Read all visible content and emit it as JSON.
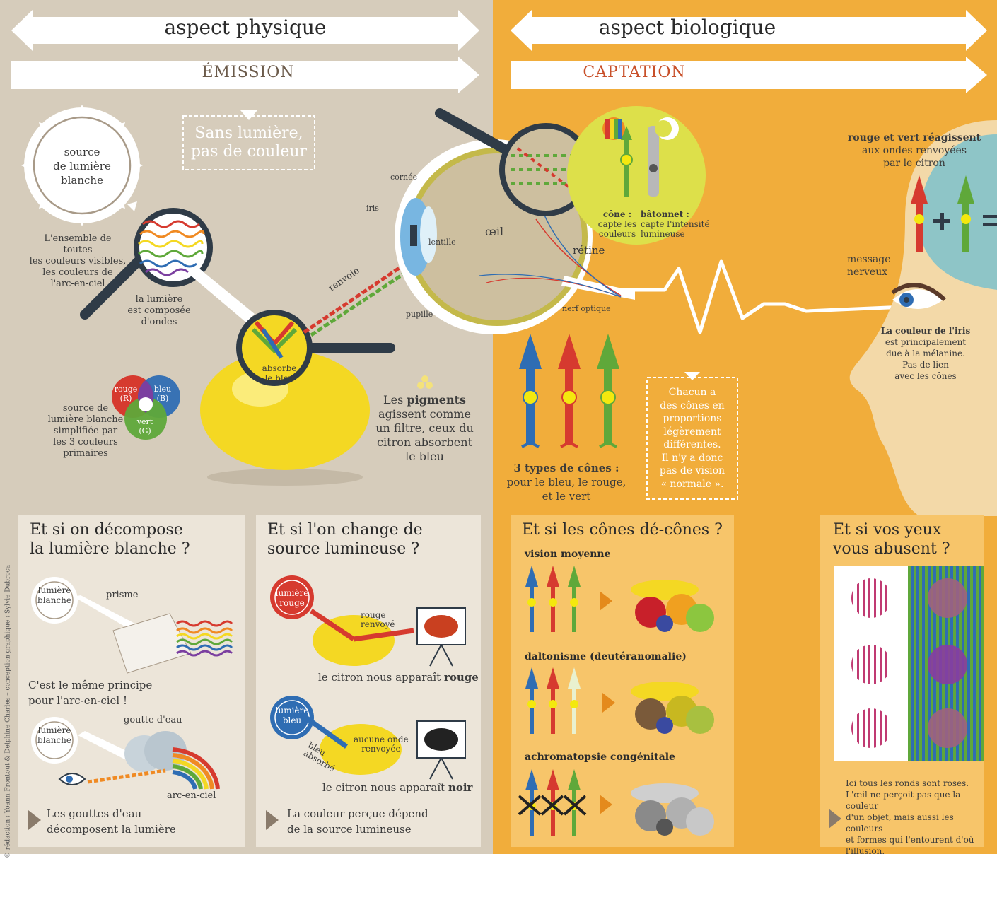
{
  "header": {
    "left_title": "aspect physique",
    "right_title": "aspect biologique",
    "left_sub": "ÉMISSION",
    "right_sub": "CAPTATION"
  },
  "colors": {
    "left_bg": "#d6ccbb",
    "right_bg": "#f1ad3b",
    "captation_text": "#c8502a",
    "emission_text": "#6b5a4a",
    "cone_blue": "#2f6db3",
    "cone_red": "#d63a2f",
    "cone_green": "#5fa83a",
    "lemon": "#f4d823"
  },
  "physique": {
    "source_label": "source\nde lumière\nblanche",
    "no_light": "Sans lumière,\npas de couleur",
    "spectrum_label": "L'ensemble de toutes\nles couleurs visibles,\nles couleurs de\nl'arc-en-ciel",
    "waves_label": "la lumière\nest composée\nd'ondes",
    "rgb_red": "rouge\n(R)",
    "rgb_blue": "bleu\n(B)",
    "rgb_green": "vert\n(G)",
    "rgb_label": "source de\nlumière blanche\nsimplifiée par\nles 3 couleurs\nprimaires",
    "absorbs": "absorbe\nle bleu",
    "renvoie": "renvoie",
    "pigments_pre": "Les ",
    "pigments_bold": "pigments",
    "pigments_post": "\nagissent comme\nun filtre, ceux du\ncitron absorbent\nle bleu"
  },
  "eye": {
    "cornee": "cornée",
    "iris": "iris",
    "lentille": "lentille",
    "oeil": "œil",
    "pupille": "pupille",
    "retine": "rétine",
    "nerf": "nerf optique"
  },
  "biologique": {
    "cone_title": "cône :",
    "cone_text": "capte les\ncouleurs",
    "batonnet_title": "bâtonnet :",
    "batonnet_text": "capte l'intensité\nlumineuse",
    "types_title": "3 types de cônes :",
    "types_text": "pour le bleu, le rouge,\net le vert",
    "proportions": "Chacun a\ndes cônes en\nproportions\nlégèrement\ndifférentes.\nIl n'y a donc\npas de vision\n« normale ».",
    "react_bold": "rouge et vert réagissent",
    "react_text": "aux ondes renvoyées\npar le citron",
    "message": "message\nnerveux",
    "iris_bold": "La couleur de l'iris",
    "iris_text": "est principalement\ndue à la mélanine.\nPas de lien\navec les cônes"
  },
  "panels": {
    "decompose": {
      "title": "Et si on décompose\nla lumière blanche ?",
      "seal1": "lumière\nblanche",
      "prisme": "prisme",
      "principe": "C'est le même principe\npour l'arc-en-ciel !",
      "seal2": "lumière\nblanche",
      "goutte": "goutte d'eau",
      "arc": "arc-en-ciel",
      "note": "Les gouttes d'eau\ndécomposent la lumière"
    },
    "source": {
      "title": "Et si l'on change de\nsource lumineuse ?",
      "seal_red": "lumière\nrouge",
      "rouge_renvoye": "rouge\nrenvoyé",
      "result_red_pre": "le citron nous apparaît ",
      "result_red_bold": "rouge",
      "seal_blue": "lumière\nbleu",
      "bleu_absorbe": "bleu\nabsorbé",
      "aucune": "aucune onde\nrenvoyée",
      "result_black_pre": "le citron nous apparaît ",
      "result_black_bold": "noir",
      "note": "La couleur perçue dépend\nde la source lumineuse"
    },
    "cones": {
      "title": "Et si les cônes dé-cônes ?",
      "row1": "vision moyenne",
      "row2": "daltonisme (deutéranomalie)",
      "row3": "achromatopsie congénitale"
    },
    "illusion": {
      "title": "Et si vos yeux\nvous abusent ?",
      "note": "Ici tous les ronds sont roses.\nL'œil ne perçoit pas que la couleur\nd'un objet, mais aussi les couleurs\net formes qui l'entourent d'où\nl'illusion."
    }
  },
  "credit": "© rédaction : Yoann Frontout & Delphine Charles – conception graphique : Sylvie Dubroca"
}
